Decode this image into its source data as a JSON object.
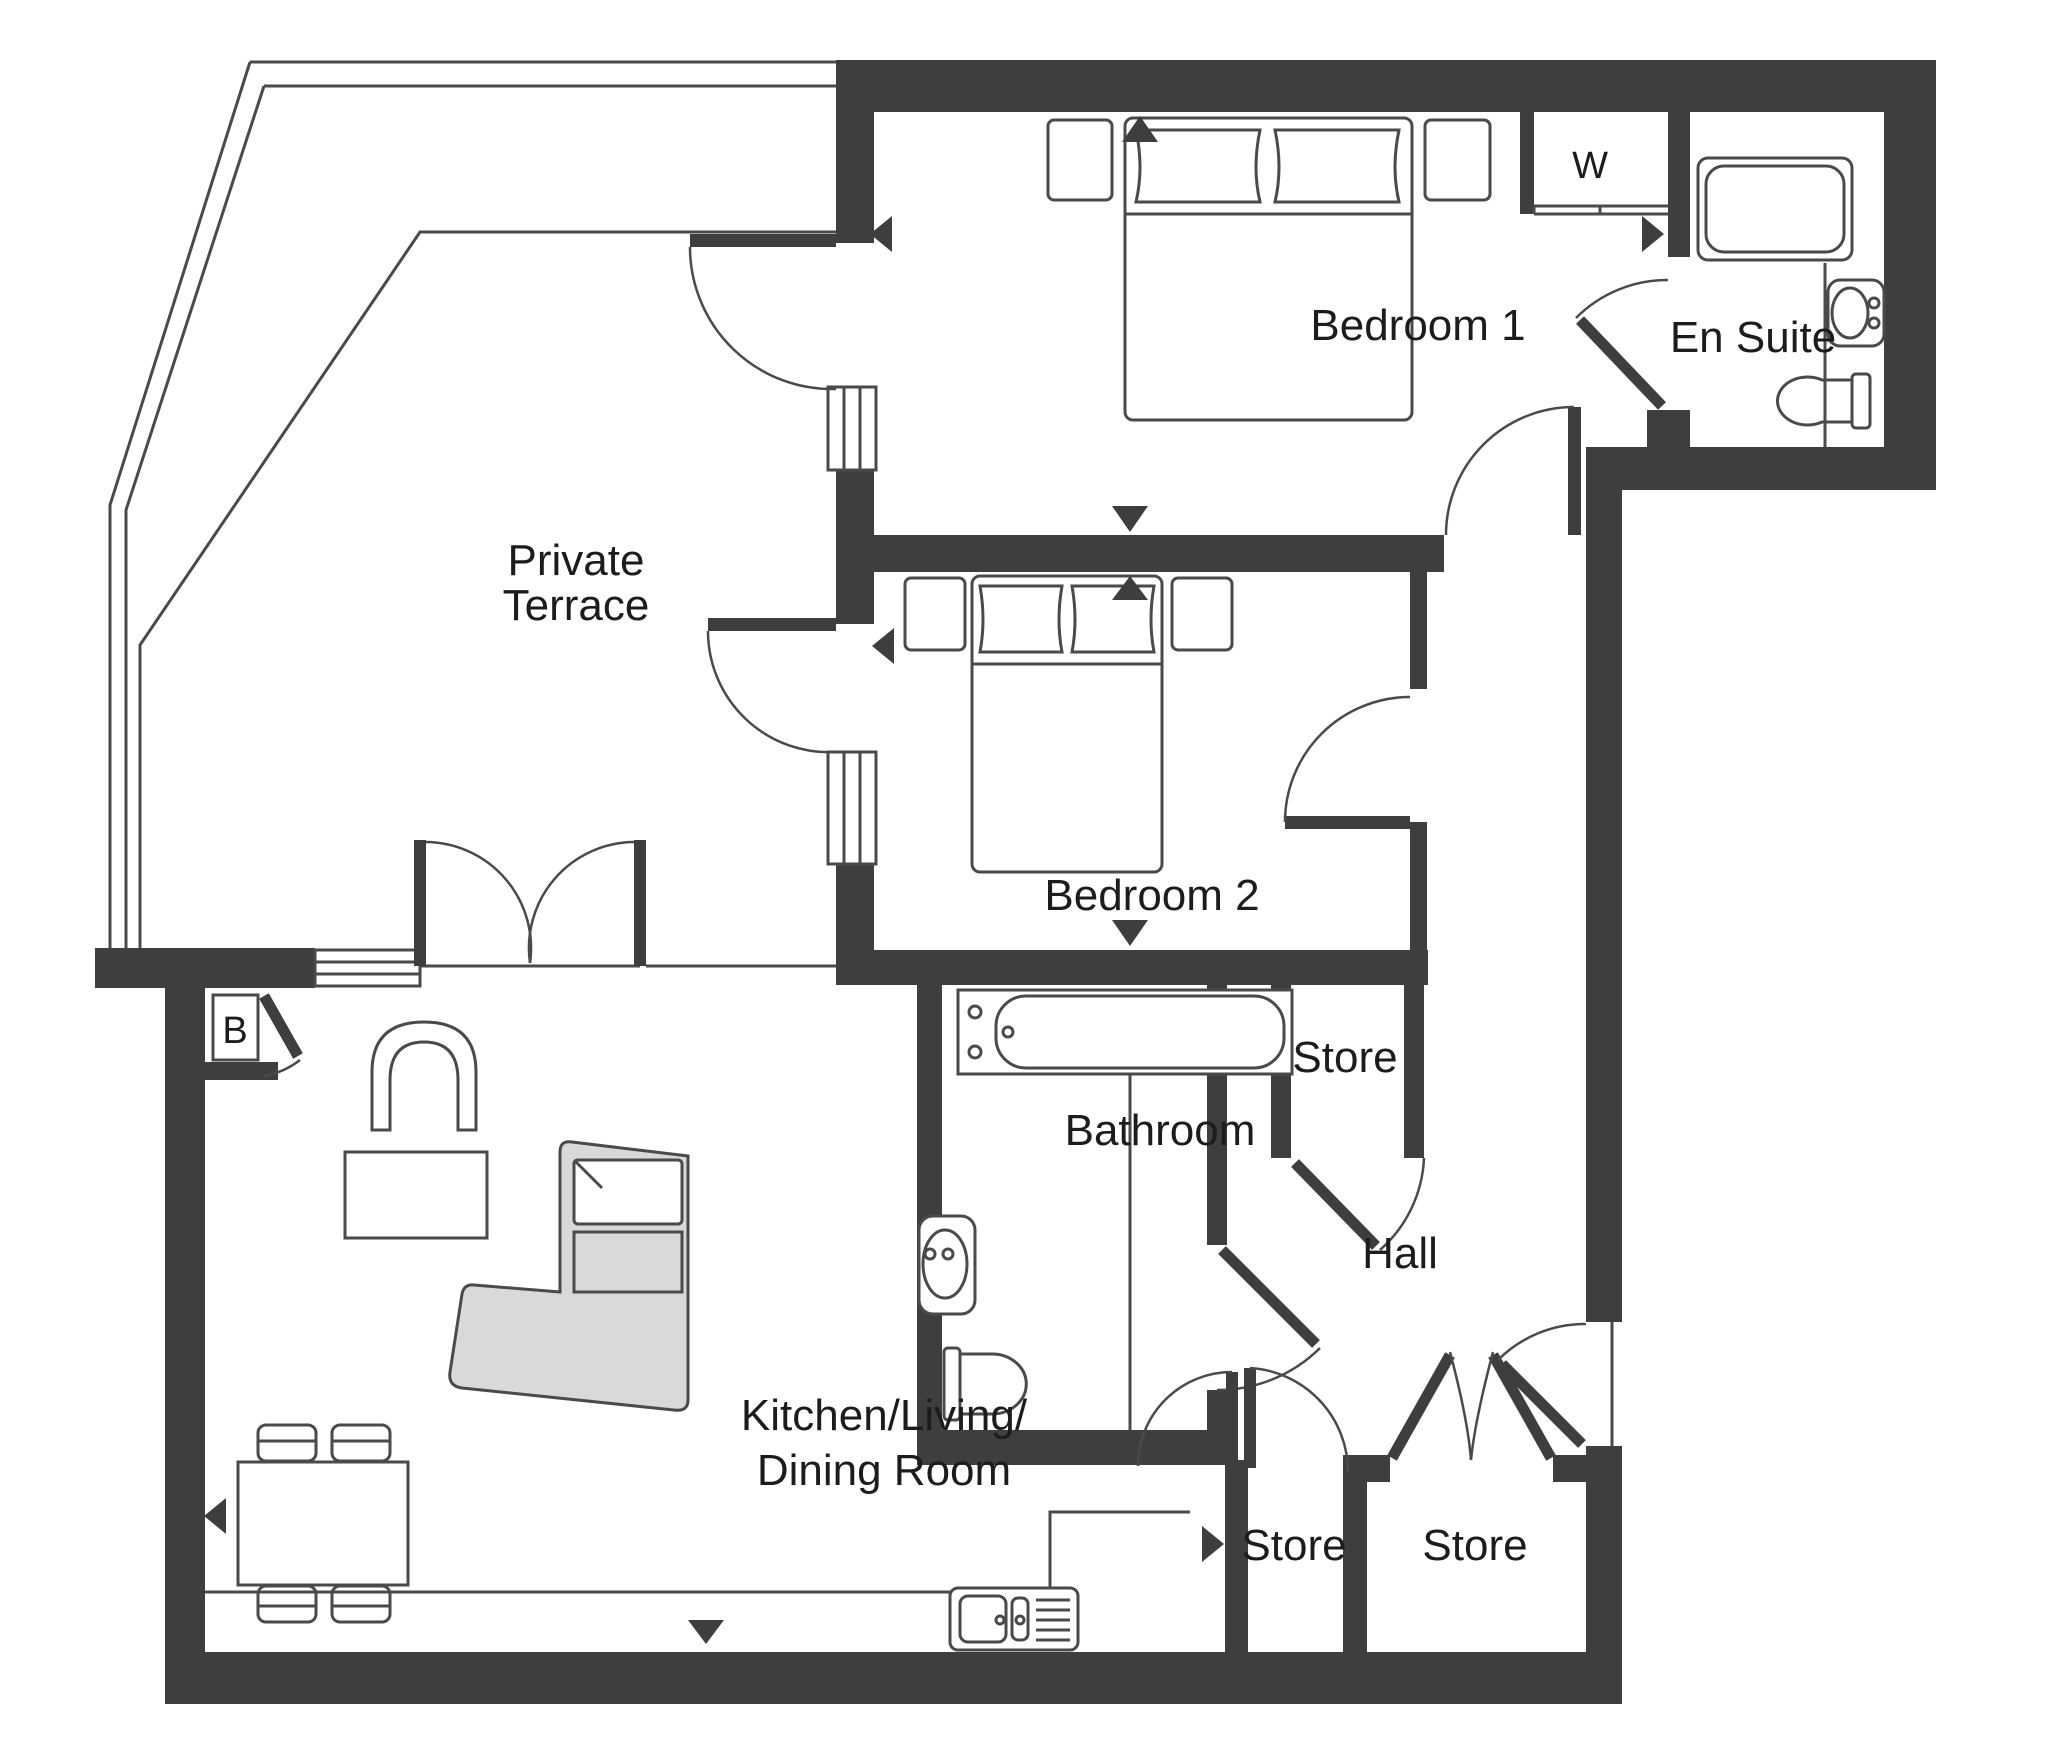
{
  "document": {
    "type": "floor-plan"
  },
  "colors": {
    "wall": "#3E3E40",
    "line": "#4A4A4C",
    "sofa": "#D9D9D9",
    "text": "#1C1C1C",
    "bg": "#FFFFFF"
  },
  "labels": {
    "private_terrace_line1": "Private",
    "private_terrace_line2": "Terrace",
    "bedroom1": "Bedroom 1",
    "en_suite": "En Suite",
    "wardrobe": "W",
    "bedroom2": "Bedroom 2",
    "bathroom": "Bathroom",
    "store_hall": "Store",
    "store_bottom_left": "Store",
    "store_bottom_right": "Store",
    "hall": "Hall",
    "kitchen_line1": "Kitchen/Living/",
    "kitchen_line2": "Dining Room",
    "boiler": "B"
  }
}
